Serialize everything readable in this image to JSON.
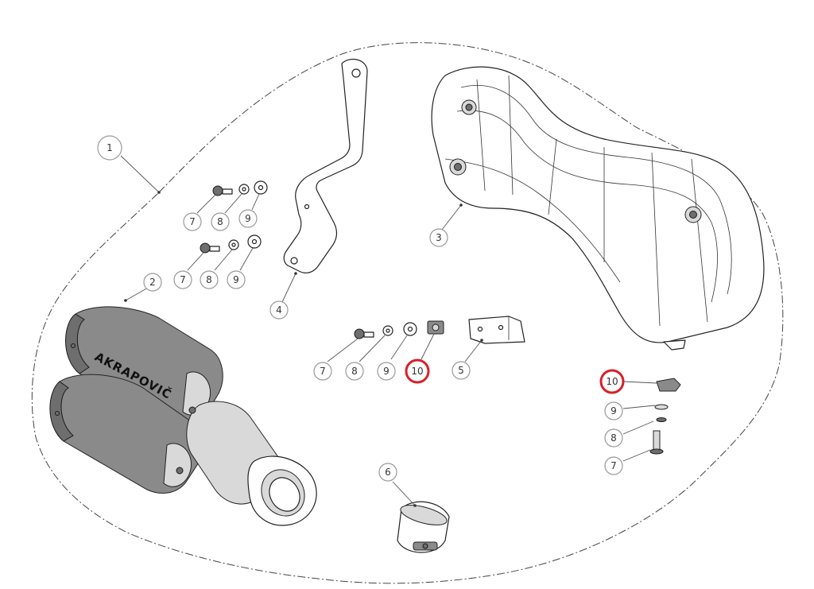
{
  "diagram": {
    "brand_text": "AKRAPOVIČ",
    "colors": {
      "highlight": "#d8202a",
      "line": "#222222",
      "bubble_stroke": "#9a9a9a"
    },
    "callouts": [
      {
        "id": "c1",
        "label": "1",
        "highlight": false
      },
      {
        "id": "c2",
        "label": "2",
        "highlight": false
      },
      {
        "id": "c3",
        "label": "3",
        "highlight": false
      },
      {
        "id": "c4",
        "label": "4",
        "highlight": false
      },
      {
        "id": "c5",
        "label": "5",
        "highlight": false
      },
      {
        "id": "c6",
        "label": "6",
        "highlight": false
      },
      {
        "id": "c7a",
        "label": "7",
        "highlight": false
      },
      {
        "id": "c8a",
        "label": "8",
        "highlight": false
      },
      {
        "id": "c9a",
        "label": "9",
        "highlight": false
      },
      {
        "id": "c7b",
        "label": "7",
        "highlight": false
      },
      {
        "id": "c8b",
        "label": "8",
        "highlight": false
      },
      {
        "id": "c9b",
        "label": "9",
        "highlight": false
      },
      {
        "id": "c7c",
        "label": "7",
        "highlight": false
      },
      {
        "id": "c8c",
        "label": "8",
        "highlight": false
      },
      {
        "id": "c9c",
        "label": "9",
        "highlight": false
      },
      {
        "id": "c10a",
        "label": "10",
        "highlight": true
      },
      {
        "id": "c10b",
        "label": "10",
        "highlight": true
      },
      {
        "id": "c9d",
        "label": "9",
        "highlight": false
      },
      {
        "id": "c8d",
        "label": "8",
        "highlight": false
      },
      {
        "id": "c7d",
        "label": "7",
        "highlight": false
      }
    ]
  }
}
